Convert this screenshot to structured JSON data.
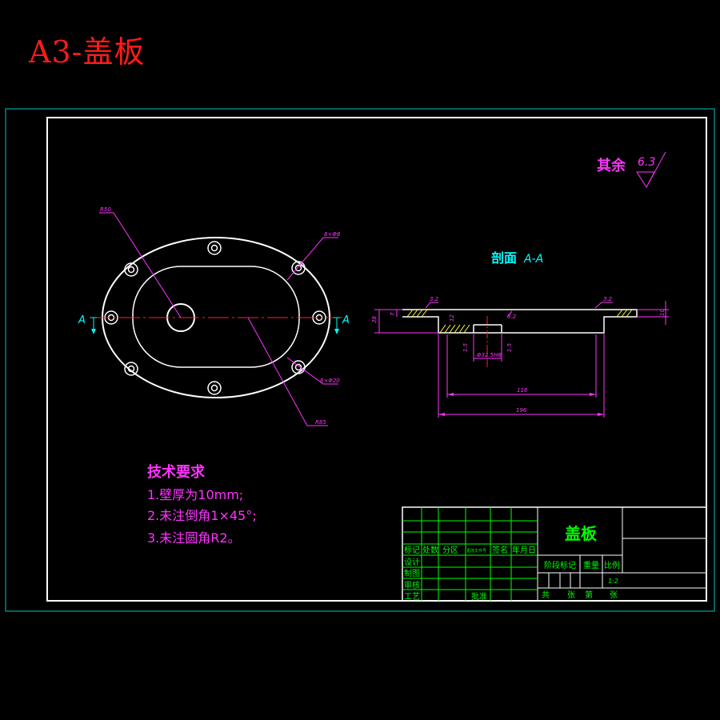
{
  "sheet": {
    "title": "A3-盖板",
    "roughness_label": "其余",
    "roughness_value": "6.3"
  },
  "plan_view": {
    "section_marker": "A",
    "callouts": {
      "r50": "R50",
      "holes_top": "8×Φ8",
      "holes_bottom": "8×Φ20",
      "r85": "R85"
    }
  },
  "section_view": {
    "title_prefix": "剖面",
    "title_id": "A-A",
    "dims": {
      "overall": "196",
      "inner": "116",
      "bore": "Φ32.5H8",
      "height": "38",
      "flange": "10",
      "step": "7",
      "roughness": "3.2",
      "small": "3.2",
      "c12": "12",
      "c15": "1.5",
      "c10": "1.5"
    }
  },
  "requirements": {
    "heading": "技术要求",
    "items": [
      "1.壁厚为10mm;",
      "2.未注倒角1×45°;",
      "3.未注圆角R2。"
    ]
  },
  "title_block": {
    "part_name": "盖板",
    "rows_left": [
      "标记",
      "处数",
      "分区",
      "更改文件号",
      "签名",
      "年月日"
    ],
    "labels": [
      "设计",
      "制图",
      "审核",
      "工艺"
    ],
    "approve": "批准",
    "stage": "阶段标记",
    "weight": "重量",
    "scale_label": "比例",
    "scale": "1:2",
    "sheet_count": [
      "共",
      "张",
      "第",
      "张"
    ]
  }
}
